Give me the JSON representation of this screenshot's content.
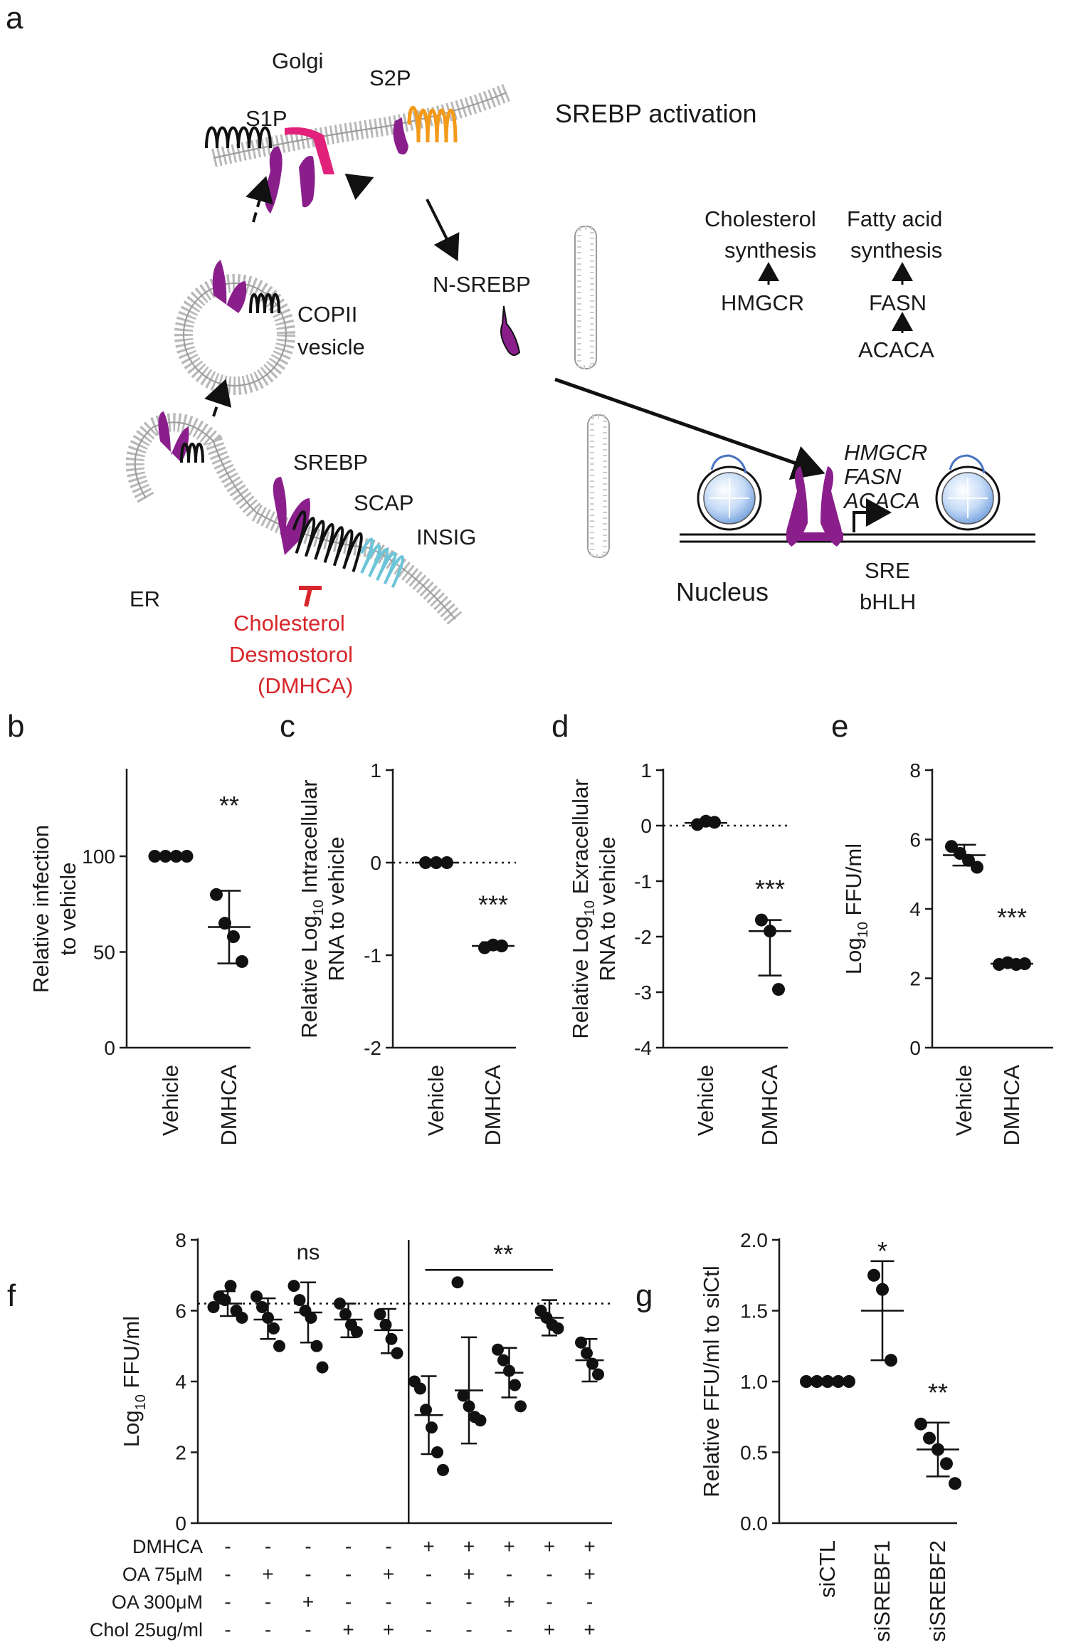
{
  "panel_a": {
    "panel_label": "a",
    "title": "SREBP activation",
    "labels": {
      "golgi": "Golgi",
      "s1p": "S1P",
      "s2p": "S2P",
      "copii_1": "COPII",
      "copii_2": "vesicle",
      "n_srebp": "N-SREBP",
      "srebp": "SREBP",
      "scap": "SCAP",
      "insig": "INSIG",
      "er": "ER",
      "nucleus": "Nucleus",
      "sre": "SRE",
      "bhlh": "bHLH",
      "inhib_1": "Cholesterol",
      "inhib_2": "Desmostorol",
      "inhib_3": "(DMHCA)",
      "chol_syn_1": "Cholesterol",
      "chol_syn_2": "synthesis",
      "hmgcr": "HMGCR",
      "fa_syn_1": "Fatty acid",
      "fa_syn_2": "synthesis",
      "fasn": "FASN",
      "acaca": "ACACA",
      "gene_1": "HMGCR",
      "gene_2": "FASN",
      "gene_3": "ACACA"
    },
    "colors": {
      "srebp": "#8a1f8c",
      "s1p": "#e2217a",
      "s2p": "#f39a1b",
      "insig": "#6cc5d8",
      "membrane": "#bdbdbd",
      "histone": "#9dc0ec",
      "inhibitor": "#d7262b"
    },
    "icons": [
      "srebp-protein-icon",
      "scap-protein-icon",
      "insig-protein-icon",
      "nucleosome-icon",
      "transcription-arrow-icon"
    ]
  },
  "chart_data": [
    {
      "panel_label": "b",
      "type": "scatter",
      "ylabel": [
        "Relative infection",
        "to vehicle"
      ],
      "categories": [
        "Vehicle",
        "DMHCA"
      ],
      "ylim": [
        0,
        145
      ],
      "yticks": [
        0,
        50,
        100
      ],
      "points": [
        [
          100,
          100,
          100,
          100
        ],
        [
          80,
          65,
          58,
          45
        ]
      ],
      "mean": [
        100,
        63
      ],
      "sd_low": [
        100,
        44
      ],
      "sd_high": [
        100,
        82
      ],
      "annotations": [
        {
          "category": 1,
          "text": "**",
          "y": 122
        }
      ]
    },
    {
      "panel_label": "c",
      "type": "scatter",
      "ylabel": [
        "Relative Log",
        "10",
        " Intracellular",
        "RNA to vehicle"
      ],
      "categories": [
        "Vehicle",
        "DMHCA"
      ],
      "ylim": [
        -2,
        1
      ],
      "yticks": [
        -2,
        -1,
        0,
        1
      ],
      "ytick_labels": [
        "-2",
        "-1",
        "0",
        "1"
      ],
      "points": [
        [
          0,
          0,
          0
        ],
        [
          -0.92,
          -0.89,
          -0.9
        ]
      ],
      "mean": [
        0,
        -0.9
      ],
      "sd_low": [
        0,
        -0.94
      ],
      "sd_high": [
        0,
        -0.86
      ],
      "reference_line": 0,
      "annotations": [
        {
          "category": 1,
          "text": "***",
          "y": -0.55
        }
      ]
    },
    {
      "panel_label": "d",
      "type": "scatter",
      "ylabel": [
        "Relative Log",
        "10",
        " Exracellular",
        "RNA to vehicle"
      ],
      "categories": [
        "Vehicle",
        "DMHCA"
      ],
      "ylim": [
        -4,
        1
      ],
      "yticks": [
        -4,
        -3,
        -2,
        -1,
        0,
        1
      ],
      "ytick_labels": [
        "-4",
        "-3",
        "-2",
        "-1",
        "0",
        "1"
      ],
      "points": [
        [
          0.02,
          0.08,
          0.06
        ],
        [
          -1.7,
          -1.9,
          -2.95
        ]
      ],
      "mean": [
        0.05,
        -1.9
      ],
      "sd_low": [
        0.02,
        -2.7
      ],
      "sd_high": [
        0.08,
        -1.7
      ],
      "reference_line": 0,
      "annotations": [
        {
          "category": 1,
          "text": "***",
          "y": -1.3
        }
      ]
    },
    {
      "panel_label": "e",
      "type": "scatter",
      "ylabel": [
        "Log",
        "10",
        " FFU/ml"
      ],
      "categories": [
        "Vehicle",
        "DMHCA"
      ],
      "ylim": [
        0,
        8
      ],
      "yticks": [
        0,
        2,
        4,
        6,
        8
      ],
      "points": [
        [
          5.8,
          5.6,
          5.4,
          5.2
        ],
        [
          2.4,
          2.45,
          2.4,
          2.42
        ]
      ],
      "mean": [
        5.55,
        2.42
      ],
      "sd_low": [
        5.25,
        2.36
      ],
      "sd_high": [
        5.85,
        2.48
      ],
      "annotations": [
        {
          "category": 1,
          "text": "***",
          "y": 3.5
        }
      ]
    },
    {
      "panel_label": "f",
      "type": "scatter",
      "ylabel": [
        "Log",
        "10",
        " FFU/ml"
      ],
      "ylim": [
        0,
        8
      ],
      "yticks": [
        0,
        2,
        4,
        6,
        8
      ],
      "n_groups": 10,
      "points": [
        [
          6.1,
          6.4,
          6.3,
          6.7,
          6.0,
          5.8
        ],
        [
          6.4,
          6.1,
          5.8,
          5.5,
          5.0
        ],
        [
          6.7,
          6.3,
          6.0,
          5.8,
          5.0,
          4.4
        ],
        [
          6.2,
          5.9,
          5.6,
          5.4
        ],
        [
          5.9,
          5.6,
          5.2,
          4.8
        ],
        [
          4.0,
          3.8,
          3.2,
          2.7,
          2.0,
          1.5
        ],
        [
          6.8,
          3.6,
          3.3,
          3.0,
          2.9
        ],
        [
          4.9,
          4.6,
          4.3,
          3.9,
          3.3
        ],
        [
          6.0,
          5.8,
          5.6,
          5.5
        ],
        [
          5.1,
          4.8,
          4.5,
          4.2
        ]
      ],
      "mean": [
        6.2,
        5.75,
        5.95,
        5.75,
        5.45,
        3.05,
        3.75,
        4.25,
        5.8,
        4.6
      ],
      "sd_low": [
        5.85,
        5.2,
        5.1,
        5.25,
        4.8,
        1.95,
        2.25,
        3.55,
        5.3,
        4.0
      ],
      "sd_high": [
        6.55,
        6.35,
        6.8,
        6.2,
        6.05,
        4.15,
        5.25,
        4.95,
        6.3,
        5.2
      ],
      "reference_line": 6.2,
      "annotations": [
        {
          "text": "ns",
          "group": 2,
          "y": 7.45
        },
        {
          "text": "**",
          "from_group": 5,
          "to_group": 8,
          "y": 7.15
        }
      ],
      "condition_rows": [
        {
          "label": "DMHCA",
          "values": [
            "-",
            "-",
            "-",
            "-",
            "-",
            "+",
            "+",
            "+",
            "+",
            "+"
          ]
        },
        {
          "label": "OA 75μM",
          "values": [
            "-",
            "+",
            "-",
            "-",
            "+",
            "-",
            "+",
            "-",
            "-",
            "+"
          ]
        },
        {
          "label": "OA 300μM",
          "values": [
            "-",
            "-",
            "+",
            "-",
            "-",
            "-",
            "-",
            "+",
            "-",
            "-"
          ]
        },
        {
          "label": "Chol 25ug/ml",
          "values": [
            "-",
            "-",
            "-",
            "+",
            "+",
            "-",
            "-",
            "-",
            "+",
            "+"
          ]
        }
      ]
    },
    {
      "panel_label": "g",
      "type": "scatter",
      "ylabel": [
        "Relative FFU/ml to siCtl"
      ],
      "categories": [
        "siCTL",
        "siSREBF1",
        "siSREBF2"
      ],
      "ylim": [
        0,
        2
      ],
      "yticks": [
        0,
        0.5,
        1,
        1.5,
        2
      ],
      "ytick_labels": [
        "0.0",
        "0.5",
        "1.0",
        "1.5",
        "2.0"
      ],
      "points": [
        [
          1.0,
          1.0,
          1.0,
          1.0,
          1.0
        ],
        [
          1.75,
          1.65,
          1.15
        ],
        [
          0.7,
          0.6,
          0.52,
          0.42,
          0.28
        ]
      ],
      "mean": [
        1.0,
        1.5,
        0.52
      ],
      "sd_low": [
        1.0,
        1.15,
        0.33
      ],
      "sd_high": [
        1.0,
        1.85,
        0.71
      ],
      "annotations": [
        {
          "category": 1,
          "text": "*",
          "y": 1.86
        },
        {
          "category": 2,
          "text": "**",
          "y": 0.86
        }
      ]
    }
  ]
}
